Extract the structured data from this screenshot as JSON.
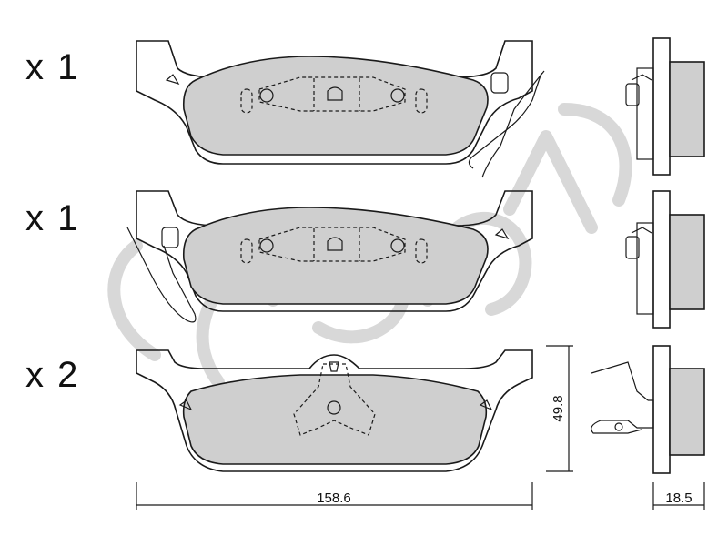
{
  "quantities": {
    "row1": "x 1",
    "row2": "x 1",
    "row3": "x 2"
  },
  "dimensions": {
    "width": "158.6",
    "height": "49.8",
    "thickness": "18.5"
  },
  "colors": {
    "pad_fill": "#cfcfcf",
    "outline": "#1a1a1a",
    "watermark": "#d4d4d4"
  }
}
